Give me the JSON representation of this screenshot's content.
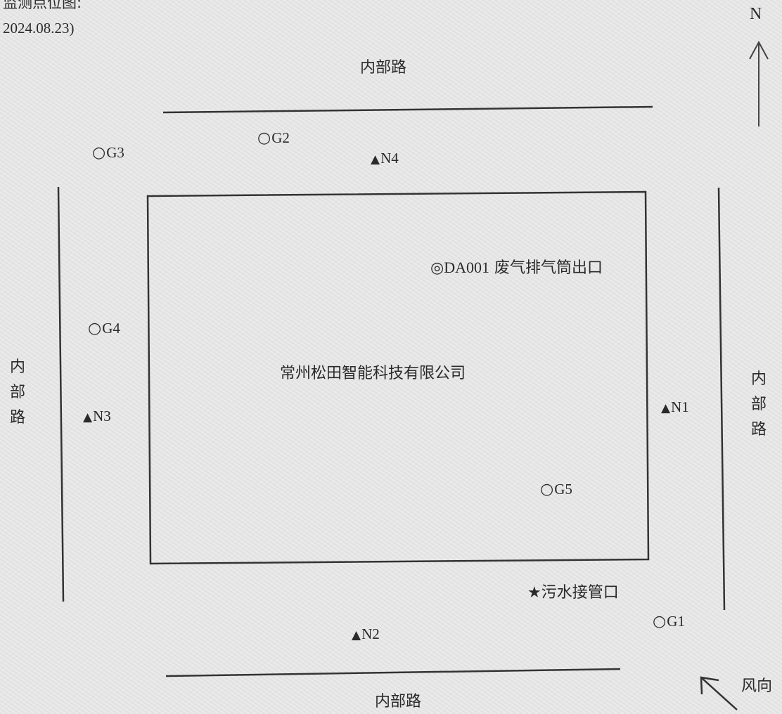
{
  "header": {
    "line1": "监测点位图:",
    "line2": "2024.08.23)"
  },
  "north_label": "N",
  "roads": {
    "top": "内部路",
    "bottom": "内部路",
    "left": [
      "内",
      "部",
      "路"
    ],
    "right": [
      "内",
      "部",
      "路"
    ]
  },
  "company": "常州松田智能科技有限公司",
  "exhaust_outlet": {
    "symbol": "◎",
    "code": "DA001",
    "desc": " 废气排气筒出口"
  },
  "sewage": {
    "symbol": "★",
    "label": "污水接管口"
  },
  "points": {
    "G1": {
      "symbol": "○",
      "label": "G1"
    },
    "G2": {
      "symbol": "○",
      "label": "G2"
    },
    "G3": {
      "symbol": "○",
      "label": "G3"
    },
    "G4": {
      "symbol": "○",
      "label": "G4"
    },
    "G5": {
      "symbol": "○",
      "label": "G5"
    },
    "N1": {
      "symbol": "▲",
      "label": "N1"
    },
    "N2": {
      "symbol": "▲",
      "label": "N2"
    },
    "N3": {
      "symbol": "▲",
      "label": "N3"
    },
    "N4": {
      "symbol": "▲",
      "label": "N4"
    }
  },
  "wind_label": "风向",
  "colors": {
    "line": "#333333",
    "background": "#e9e9e9"
  }
}
